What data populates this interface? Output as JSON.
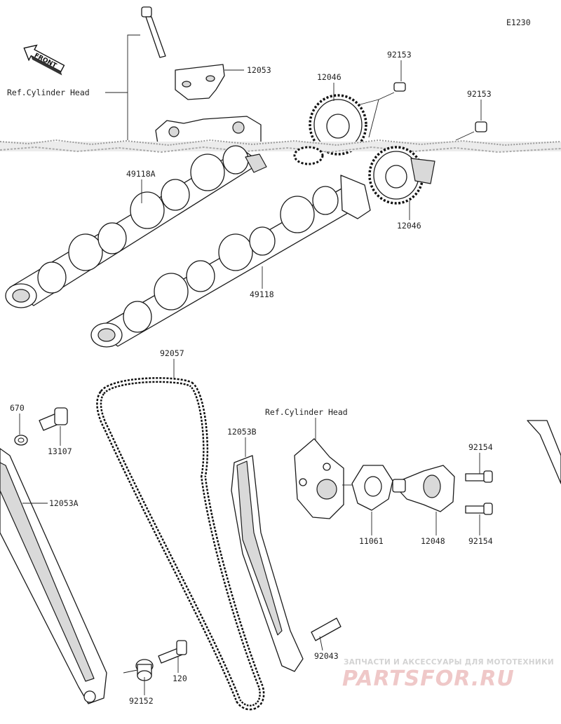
{
  "diagram_id": "E1230",
  "front_marker": "FRONT",
  "parts": {
    "p12053": "12053",
    "p12046_top": "12046",
    "p92153_a": "92153",
    "p92153_b": "92153",
    "ref_cyl_head_1": "Ref.Cylinder Head",
    "p49118A": "49118A",
    "p12046_bottom": "12046",
    "p49118": "49118",
    "p92057": "92057",
    "p670": "670",
    "p13107": "13107",
    "p12053B": "12053B",
    "ref_cyl_head_2": "Ref.Cylinder Head",
    "p92154_a": "92154",
    "p12053A": "12053A",
    "p11061": "11061",
    "p12048": "12048",
    "p92154_b": "92154",
    "p92043": "92043",
    "p120": "120",
    "p92152": "92152"
  },
  "watermark": {
    "line1": "ЗАПЧАСТИ И АКСЕССУАРЫ ДЛЯ МОТОТЕХНИКИ",
    "line2": "PARTSFOR.RU"
  }
}
